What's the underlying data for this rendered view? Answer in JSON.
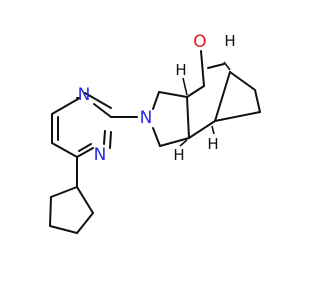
{
  "molecule": {
    "atoms": [
      {
        "id": "N_pyr_top",
        "label": "N"
      },
      {
        "id": "N_pyr_bottom",
        "label": "N"
      },
      {
        "id": "N_ring",
        "label": "N"
      },
      {
        "id": "O_bridge",
        "label": "O"
      },
      {
        "id": "H_top_left",
        "label": "H"
      },
      {
        "id": "H_top_right",
        "label": "H"
      },
      {
        "id": "H_bottom_right",
        "label": "H"
      },
      {
        "id": "H_bottom_left",
        "label": "H"
      }
    ],
    "colors": {
      "bond": "#111111",
      "nitrogen": "#2a2ae0",
      "oxygen": "#e01a1a",
      "background": "#ffffff"
    }
  }
}
